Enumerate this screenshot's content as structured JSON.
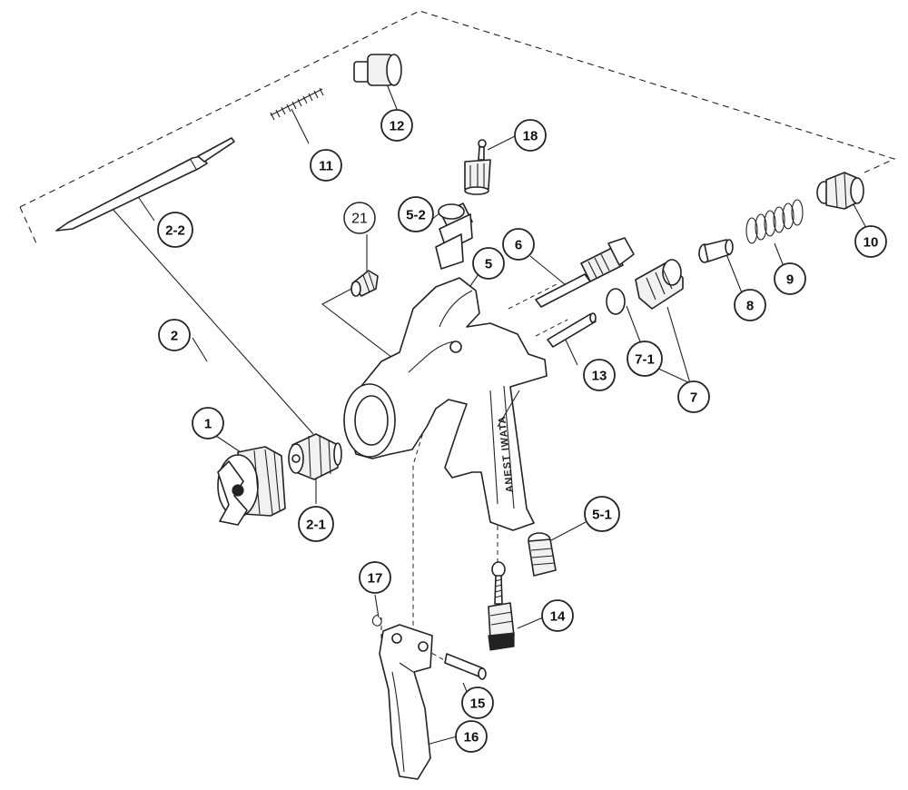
{
  "callouts": [
    {
      "id": "1",
      "label": "1"
    },
    {
      "id": "2",
      "label": "2"
    },
    {
      "id": "2-1",
      "label": "2-1"
    },
    {
      "id": "2-2",
      "label": "2-2"
    },
    {
      "id": "5",
      "label": "5"
    },
    {
      "id": "5-1",
      "label": "5-1"
    },
    {
      "id": "5-2",
      "label": "5-2"
    },
    {
      "id": "6",
      "label": "6"
    },
    {
      "id": "7",
      "label": "7"
    },
    {
      "id": "7-1",
      "label": "7-1"
    },
    {
      "id": "8",
      "label": "8"
    },
    {
      "id": "9",
      "label": "9"
    },
    {
      "id": "10",
      "label": "10"
    },
    {
      "id": "11",
      "label": "11"
    },
    {
      "id": "12",
      "label": "12"
    },
    {
      "id": "13",
      "label": "13"
    },
    {
      "id": "14",
      "label": "14"
    },
    {
      "id": "15",
      "label": "15"
    },
    {
      "id": "16",
      "label": "16"
    },
    {
      "id": "17",
      "label": "17"
    },
    {
      "id": "18",
      "label": "18"
    },
    {
      "id": "21",
      "label": "21"
    }
  ],
  "gun_body_text": "ANEST IWATA"
}
